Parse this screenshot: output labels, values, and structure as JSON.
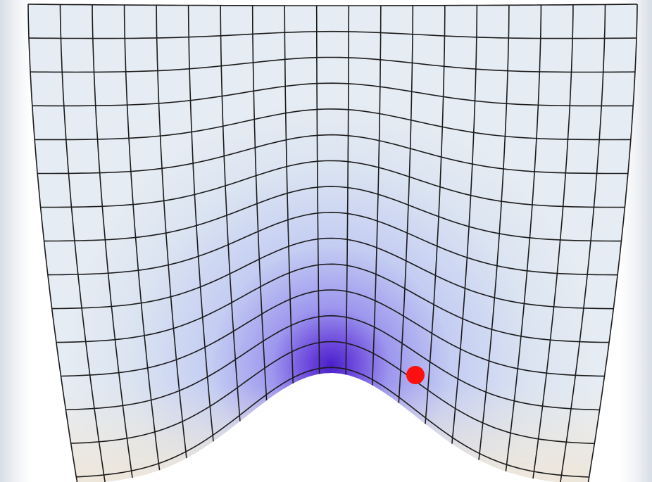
{
  "figure": {
    "description_icon": "deformed-mesh-over-bump",
    "colors": {
      "background": "#ffffff",
      "edge_tint": "#d8dde6",
      "mesh_light": "#dfe8f2",
      "mesh_mid": "#a9a8ef",
      "mesh_dark": "#5b2fd0",
      "mesh_warm_corner": "#efe6d8",
      "grid_line": "#1b1b1b",
      "marker": "#ff0f0f"
    },
    "grid": {
      "vertical_lines": 20,
      "horizontal_lines": 15
    },
    "marker": {
      "label": "red-point",
      "color": "#ff0f0f"
    }
  }
}
